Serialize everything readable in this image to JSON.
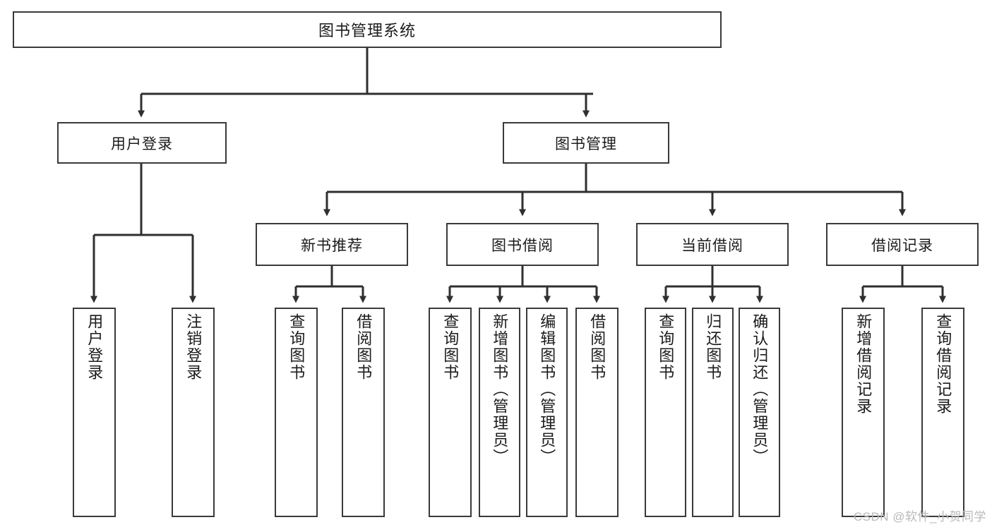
{
  "diagram": {
    "type": "tree-hierarchy",
    "title": "图书管理系统",
    "watermark": "CSDN @软件_小贺同学",
    "colors": {
      "box_border": "#3a3a3a",
      "box_fill": "#ffffff",
      "connector": "#2f2f2f",
      "text": "#1b1b1b",
      "watermark": "#b9b9b9"
    },
    "levels": {
      "level1": {
        "label": "图书管理系统"
      },
      "level2": [
        {
          "label": "用户登录"
        },
        {
          "label": "图书管理"
        }
      ],
      "level3": [
        {
          "label": "新书推荐"
        },
        {
          "label": "图书借阅"
        },
        {
          "label": "当前借阅"
        },
        {
          "label": "借阅记录"
        }
      ]
    },
    "nodes": {
      "root": "图书管理系统",
      "user_login": "用户登录",
      "book_manage": "图书管理",
      "new_book_rec": "新书推荐",
      "book_borrow": "图书借阅",
      "current_borrow": "当前借阅",
      "borrow_record": "借阅记录"
    },
    "leaves": {
      "user_login": [
        "用户登录",
        "注销登录"
      ],
      "new_book_rec": [
        "查询图书",
        "借阅图书"
      ],
      "book_borrow": [
        "查询图书",
        "新增图书（管理员）",
        "编辑图书（管理员）",
        "借阅图书"
      ],
      "current_borrow": [
        "查询图书",
        "归还图书",
        "确认归还（管理员）"
      ],
      "borrow_record": [
        "新增借阅记录",
        "查询借阅记录"
      ]
    }
  }
}
